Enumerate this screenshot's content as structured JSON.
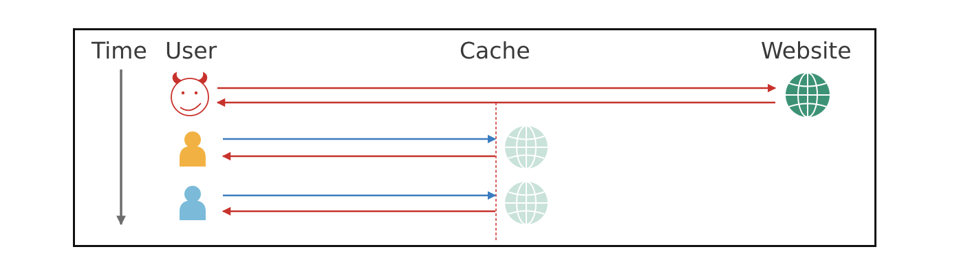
{
  "labels": {
    "time": "Time",
    "user": "User",
    "cache": "Cache",
    "website": "Website"
  },
  "colors": {
    "border": "#111111",
    "text": "#3a3a3a",
    "time_arrow": "#6d6d6d",
    "attacker": "#c8322c",
    "request": "#3a7cc0",
    "response": "#c8322c",
    "user_orange": "#f2b243",
    "user_blue": "#7bbbd9",
    "website_globe": "#3d9275",
    "cached_globe": "#c9e2da"
  },
  "icons": {
    "attacker": "devil-face-icon",
    "victim_1": "person-icon",
    "victim_2": "person-icon",
    "website": "globe-icon",
    "cache_copy": "globe-icon"
  }
}
